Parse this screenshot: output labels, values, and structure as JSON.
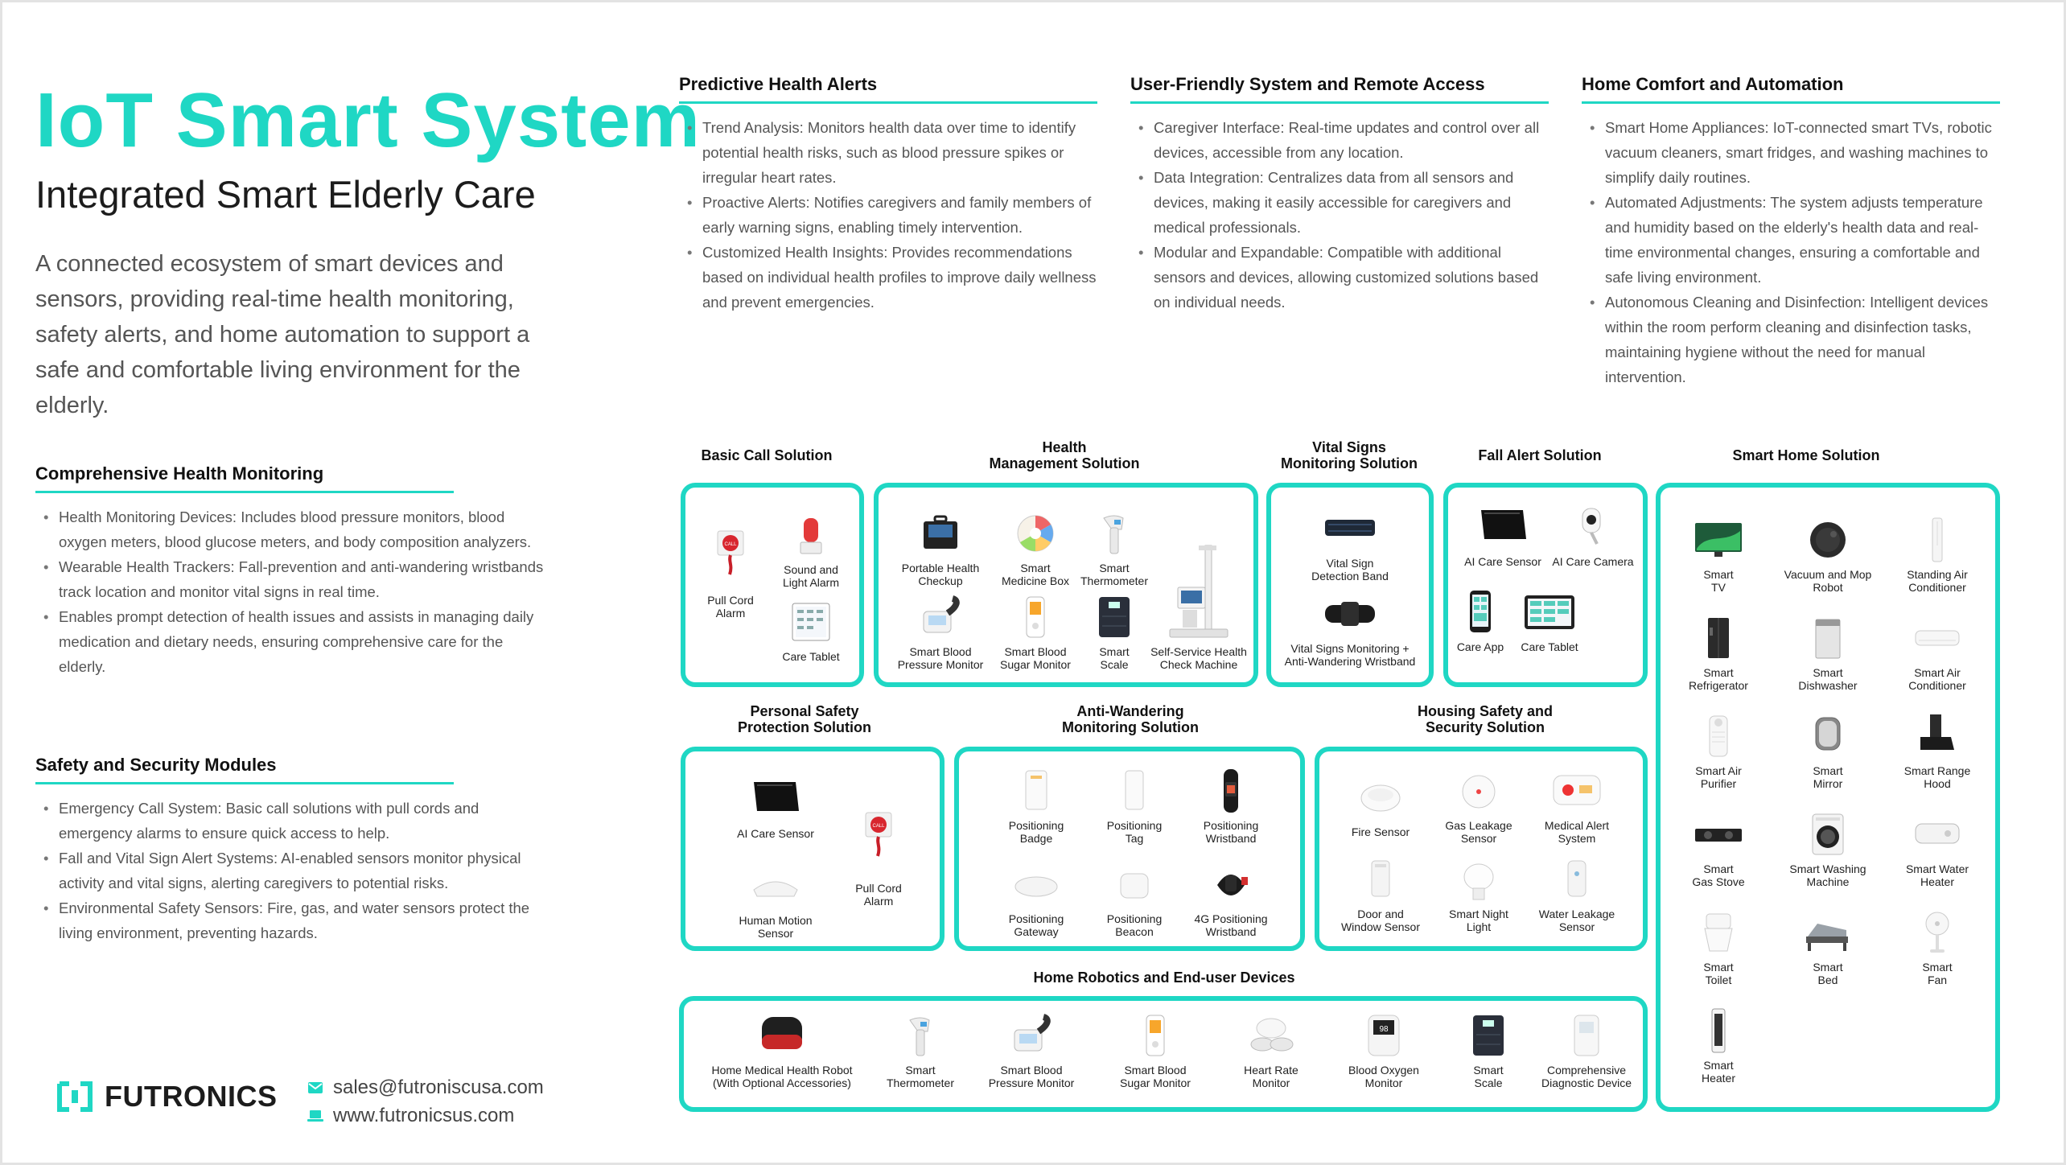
{
  "header": {
    "title": "IoT Smart System",
    "subtitle": "Integrated Smart Elderly Care",
    "intro": "A connected ecosystem of smart devices and sensors, providing real-time health monitoring, safety alerts, and home automation to support a safe and comfortable living environment for the elderly."
  },
  "sections": {
    "health_monitoring": {
      "title": "Comprehensive Health Monitoring",
      "items": [
        "Health Monitoring Devices: Includes blood pressure monitors, blood oxygen meters, blood glucose meters, and body composition analyzers.",
        "Wearable Health Trackers: Fall-prevention and anti-wandering wristbands track location and monitor vital signs in real time.",
        "Enables prompt detection of health issues and assists in managing daily medication and dietary needs, ensuring comprehensive care for the elderly."
      ]
    },
    "safety_modules": {
      "title": "Safety and Security Modules",
      "items": [
        "Emergency Call System: Basic call solutions with pull cords and emergency alarms to ensure quick access to help.",
        "Fall and Vital Sign Alert Systems: AI-enabled sensors monitor physical activity and vital signs, alerting caregivers to potential risks.",
        "Environmental Safety Sensors: Fire, gas, and water sensors protect the living environment, preventing hazards."
      ]
    },
    "predictive_alerts": {
      "title": "Predictive Health Alerts",
      "items": [
        "Trend Analysis: Monitors health data over time to identify potential health risks, such as blood pressure spikes or irregular heart rates.",
        "Proactive Alerts: Notifies caregivers and family members of early warning signs, enabling timely intervention.",
        "Customized Health Insights: Provides recommendations based on individual health profiles to improve daily wellness and prevent emergencies."
      ]
    },
    "remote_access": {
      "title": "User-Friendly System and Remote Access",
      "items": [
        "Caregiver Interface: Real-time updates and control over all devices, accessible from any location.",
        "Data Integration: Centralizes data from all sensors and devices, making it easily accessible for caregivers and medical professionals.",
        "Modular and Expandable: Compatible with additional sensors and devices, allowing customized solutions based on individual needs."
      ]
    },
    "home_comfort": {
      "title": "Home Comfort and Automation",
      "items": [
        "Smart Home Appliances: IoT-connected smart TVs, robotic vacuum cleaners, smart fridges, and washing machines to simplify daily routines.",
        "Automated Adjustments: The system adjusts temperature and humidity based on the elderly's health data and real-time environmental changes, ensuring a comfortable and safe living environment.",
        "Autonomous Cleaning and Disinfection: Intelligent devices within the room perform cleaning and disinfection tasks, maintaining hygiene without the need for manual intervention."
      ]
    }
  },
  "brand": {
    "name": "FUTRONICS",
    "email": "sales@futroniscusa.com",
    "website": "www.futronicsus.com",
    "accent_color": "#1fd7c4"
  },
  "solutions": {
    "basic_call": {
      "title": "Basic Call Solution",
      "items": [
        {
          "label": "Pull Cord\nAlarm",
          "icon": "pull-cord-alarm"
        },
        {
          "label": "Sound and\nLight Alarm",
          "icon": "sound-light-alarm"
        },
        {
          "label": "Care Tablet",
          "icon": "care-tablet"
        }
      ]
    },
    "health_management": {
      "title": "Health\nManagement Solution",
      "items": [
        {
          "label": "Portable Health\nCheckup",
          "icon": "portable-health-checkup"
        },
        {
          "label": "Smart\nMedicine Box",
          "icon": "medicine-box"
        },
        {
          "label": "Smart\nThermometer",
          "icon": "thermometer"
        },
        {
          "label": "Self-Service Health\nCheck Machine",
          "icon": "health-check-machine"
        },
        {
          "label": "Smart Blood\nPressure Monitor",
          "icon": "blood-pressure-monitor"
        },
        {
          "label": "Smart Blood\nSugar Monitor",
          "icon": "blood-sugar-monitor"
        },
        {
          "label": "Smart\nScale",
          "icon": "smart-scale"
        }
      ]
    },
    "vital_signs": {
      "title": "Vital Signs\nMonitoring Solution",
      "items": [
        {
          "label": "Vital Sign\nDetection Band",
          "icon": "vital-sign-band"
        },
        {
          "label": "Vital Signs Monitoring +\nAnti-Wandering Wristband",
          "icon": "wristband"
        }
      ]
    },
    "fall_alert": {
      "title": "Fall Alert Solution",
      "items": [
        {
          "label": "AI Care Sensor",
          "icon": "ai-care-sensor"
        },
        {
          "label": "AI Care Camera",
          "icon": "ai-care-camera"
        },
        {
          "label": "Care App",
          "icon": "care-app"
        },
        {
          "label": "Care Tablet",
          "icon": "care-tablet"
        }
      ]
    },
    "smart_home": {
      "title": "Smart Home Solution",
      "items": [
        {
          "label": "Smart\nTV",
          "icon": "tv"
        },
        {
          "label": "Vacuum and Mop\nRobot",
          "icon": "vacuum-robot"
        },
        {
          "label": "Standing Air\nConditioner",
          "icon": "standing-ac"
        },
        {
          "label": "Smart\nRefrigerator",
          "icon": "refrigerator"
        },
        {
          "label": "Smart\nDishwasher",
          "icon": "dishwasher"
        },
        {
          "label": "Smart Air\nConditioner",
          "icon": "wall-ac"
        },
        {
          "label": "Smart Air\nPurifier",
          "icon": "air-purifier"
        },
        {
          "label": "Smart\nMirror",
          "icon": "mirror"
        },
        {
          "label": "Smart Range\nHood",
          "icon": "range-hood"
        },
        {
          "label": "Smart\nGas Stove",
          "icon": "gas-stove"
        },
        {
          "label": "Smart Washing\nMachine",
          "icon": "washing-machine"
        },
        {
          "label": "Smart Water\nHeater",
          "icon": "water-heater"
        },
        {
          "label": "Smart\nToilet",
          "icon": "toilet"
        },
        {
          "label": "Smart\nBed",
          "icon": "bed"
        },
        {
          "label": "Smart\nFan",
          "icon": "fan"
        },
        {
          "label": "Smart\nHeater",
          "icon": "heater"
        }
      ]
    },
    "personal_safety": {
      "title": "Personal Safety\nProtection Solution",
      "items": [
        {
          "label": "AI Care Sensor",
          "icon": "ai-care-sensor"
        },
        {
          "label": "Pull Cord\nAlarm",
          "icon": "pull-cord-alarm"
        },
        {
          "label": "Human Motion\nSensor",
          "icon": "motion-sensor"
        }
      ]
    },
    "anti_wandering": {
      "title": "Anti-Wandering\nMonitoring Solution",
      "items": [
        {
          "label": "Positioning\nBadge",
          "icon": "badge"
        },
        {
          "label": "Positioning\nTag",
          "icon": "tag"
        },
        {
          "label": "Positioning\nWristband",
          "icon": "wristband"
        },
        {
          "label": "Positioning\nGateway",
          "icon": "gateway"
        },
        {
          "label": "Positioning\nBeacon",
          "icon": "beacon"
        },
        {
          "label": "4G Positioning\nWristband",
          "icon": "wristband-red"
        }
      ]
    },
    "housing_safety": {
      "title": "Housing Safety and\nSecurity Solution",
      "items": [
        {
          "label": "Fire Sensor",
          "icon": "fire-sensor"
        },
        {
          "label": "Gas Leakage\nSensor",
          "icon": "gas-sensor"
        },
        {
          "label": "Medical Alert\nSystem",
          "icon": "medical-alert"
        },
        {
          "label": "Door and\nWindow Sensor",
          "icon": "door-sensor"
        },
        {
          "label": "Smart Night\nLight",
          "icon": "night-light"
        },
        {
          "label": "Water Leakage\nSensor",
          "icon": "water-sensor"
        }
      ]
    },
    "home_robotics": {
      "title": "Home Robotics and End-user Devices",
      "items": [
        {
          "label": "Home Medical Health Robot\n(With Optional Accessories)",
          "icon": "health-robot"
        },
        {
          "label": "Smart\nThermometer",
          "icon": "thermometer"
        },
        {
          "label": "Smart Blood\nPressure Monitor",
          "icon": "blood-pressure-monitor"
        },
        {
          "label": "Smart Blood\nSugar Monitor",
          "icon": "blood-sugar-monitor"
        },
        {
          "label": "Heart Rate\nMonitor",
          "icon": "heart-rate-monitor"
        },
        {
          "label": "Blood Oxygen\nMonitor",
          "icon": "oximeter"
        },
        {
          "label": "Smart\nScale",
          "icon": "smart-scale"
        },
        {
          "label": "Comprehensive\nDiagnostic Device",
          "icon": "diagnostic-device"
        }
      ]
    }
  }
}
